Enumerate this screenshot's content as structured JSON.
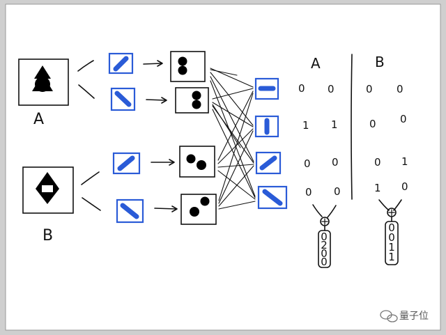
{
  "labels": {
    "input_a": "A",
    "input_b": "B",
    "col_a": "A",
    "col_b": "B"
  },
  "table_a": {
    "rows": [
      [
        "0",
        "0"
      ],
      [
        "1",
        "1"
      ],
      [
        "0",
        "0"
      ],
      [
        "0",
        "0"
      ]
    ],
    "sum_symbol": "+",
    "result": [
      "0",
      "2",
      "0",
      "0"
    ]
  },
  "table_b": {
    "rows": [
      [
        "0",
        "0"
      ],
      [
        "0",
        "0"
      ],
      [
        "0",
        "1"
      ],
      [
        "1",
        "0"
      ]
    ],
    "sum_symbol": "+",
    "result": [
      "0",
      "0",
      "1",
      "1"
    ]
  },
  "watermark": {
    "text": "量子位",
    "icon": "wechat-icon"
  },
  "colors": {
    "accent": "#2a5bd7",
    "ink": "#111111",
    "background": "#ffffff",
    "border": "#cfcfcf"
  }
}
